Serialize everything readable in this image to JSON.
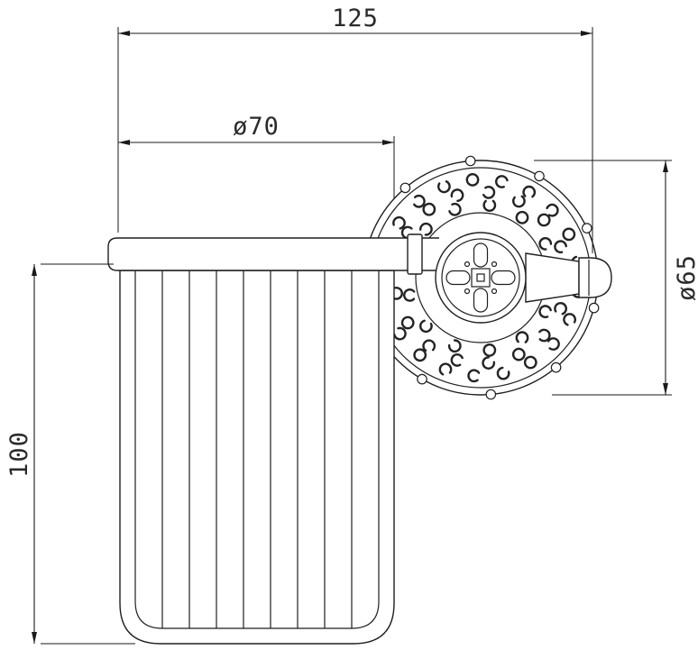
{
  "dimensions": {
    "overall_width": "125",
    "basket_diameter": "ø70",
    "flange_diameter": "ø65",
    "basket_height": "100"
  }
}
